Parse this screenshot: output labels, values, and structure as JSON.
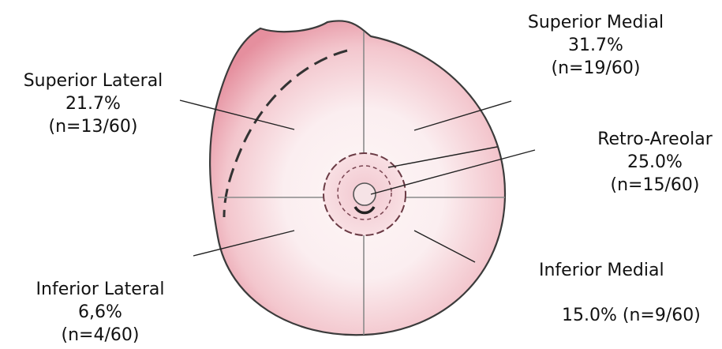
{
  "regions": {
    "superior_medial": {
      "name": "Superior Medial",
      "percent": "31.7%",
      "count": "(n=19/60)"
    },
    "superior_lateral": {
      "name": "Superior Lateral",
      "percent": "21.7%",
      "count": "(n=13/60)"
    },
    "retro_areolar": {
      "name": "Retro-Areolar",
      "percent": "25.0%",
      "count": "(n=15/60)"
    },
    "inferior_medial": {
      "name": "Inferior Medial",
      "stat": "15.0% (n=9/60)"
    },
    "inferior_lateral": {
      "name": "Inferior Lateral",
      "percent": "6,6%",
      "count": "(n=4/60)"
    }
  },
  "colors": {
    "tissue_light": "#fbeef0",
    "tissue_mid": "#f3c6cd",
    "tissue_edge": "#e58f9e",
    "outline": "#3b3b3b",
    "quadrant_line": "#8a8a8a",
    "leader_line": "#222222"
  }
}
